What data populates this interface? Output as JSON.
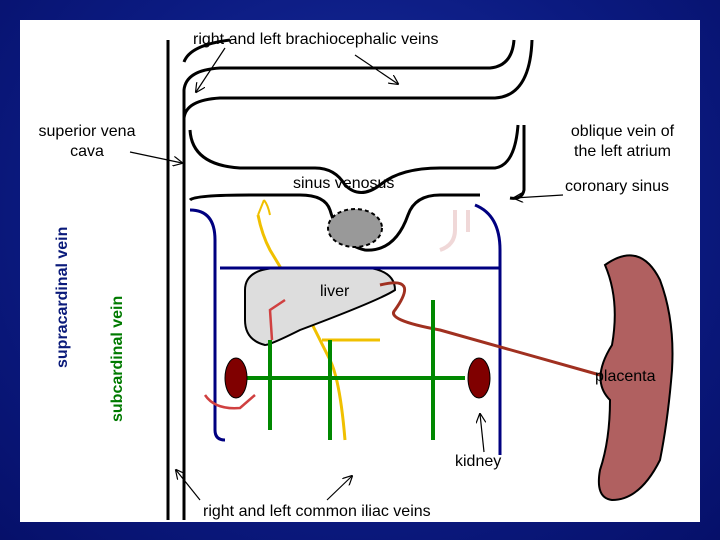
{
  "labels": {
    "brachiocephalic": "right and left brachiocephalic veins",
    "svc_line1": "superior vena",
    "svc_line2": "cava",
    "oblique_line1": "oblique vein of",
    "oblique_line2": "the left atrium",
    "sinus_venosus": "sinus venosus",
    "coronary_sinus": "coronary sinus",
    "supracardinal": "supracardinal vein",
    "subcardinal": "subcardinal vein",
    "liver": "liver",
    "placenta": "placenta",
    "kidney": "kidney",
    "iliac": "right and left common iliac veins"
  },
  "colors": {
    "supracardinal": "#0a1a7a",
    "subcardinal": "#007a00",
    "cardinal_vessel": "#000080",
    "vitelline": "#f0c000",
    "umbilical": "#a03020",
    "kidney": "#800000",
    "placenta": "#b06060",
    "sinus_venosus_center": "#999999",
    "liver": "#dddddd"
  }
}
